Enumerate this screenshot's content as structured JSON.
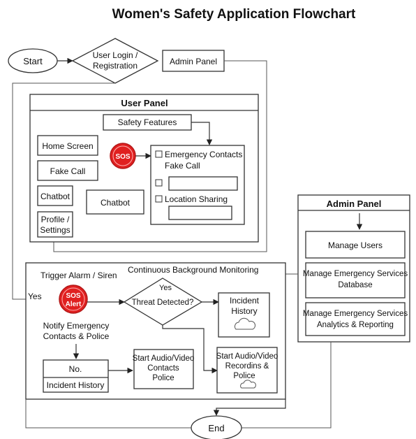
{
  "title": "Women's Safety Application Flowchart",
  "top": {
    "start": "Start",
    "login_line1": "User Login /",
    "login_line2": "Registration",
    "admin_panel": "Admin Panel"
  },
  "user_panel": {
    "title": "User Panel",
    "safety_features": "Safety Features",
    "home_screen": "Home Screen",
    "fake_call": "Fake Call",
    "chatbot_small": "Chatbot",
    "chatbot_large": "Chatbot",
    "profile_line1": "Profile /",
    "profile_line2": "Settings",
    "sos": "SOS",
    "emergency_contacts": "Emergency Contacts",
    "fake_call_option": "Fake Call",
    "location_sharing": "Location Sharing"
  },
  "admin": {
    "title": "Admin Panel",
    "manage_users": "Manage Users",
    "manage_emergency_line1": "Manage Emergency Services",
    "manage_emergency_line2": "Database",
    "manage_analytics_line1": "Manage Emergency Services",
    "manage_analytics_line2": "Analytics & Reporting"
  },
  "monitoring": {
    "trigger_alarm": "Trigger Alarm / Siren",
    "continuous": "Continuous Background Monitoring",
    "yes_left": "Yes",
    "yes_top": "Yes",
    "sos_line1": "SOS",
    "sos_line2": "Alert",
    "threat": "Threat Detected?",
    "incident_history_line1": "Incident",
    "incident_history_line2": "History",
    "notify_line1": "Notify Emergency",
    "notify_line2": "Contacts & Police",
    "no_label": "No.",
    "incident_history_bottom": "Incident History",
    "start_av_contacts_line1": "Start Audio/Video",
    "start_av_contacts_line2": "Contacts",
    "start_av_contacts_line3": "Police",
    "start_av_record_line1": "Start Audio/Video",
    "start_av_record_line2": "Recordins &",
    "start_av_record_line3": "Police"
  },
  "end": "End",
  "colors": {
    "sos_red": "#e02020",
    "stroke": "#333333",
    "text": "#111111"
  },
  "icons": [
    "cloud-icon",
    "checkbox-icon",
    "arrow-icon"
  ]
}
